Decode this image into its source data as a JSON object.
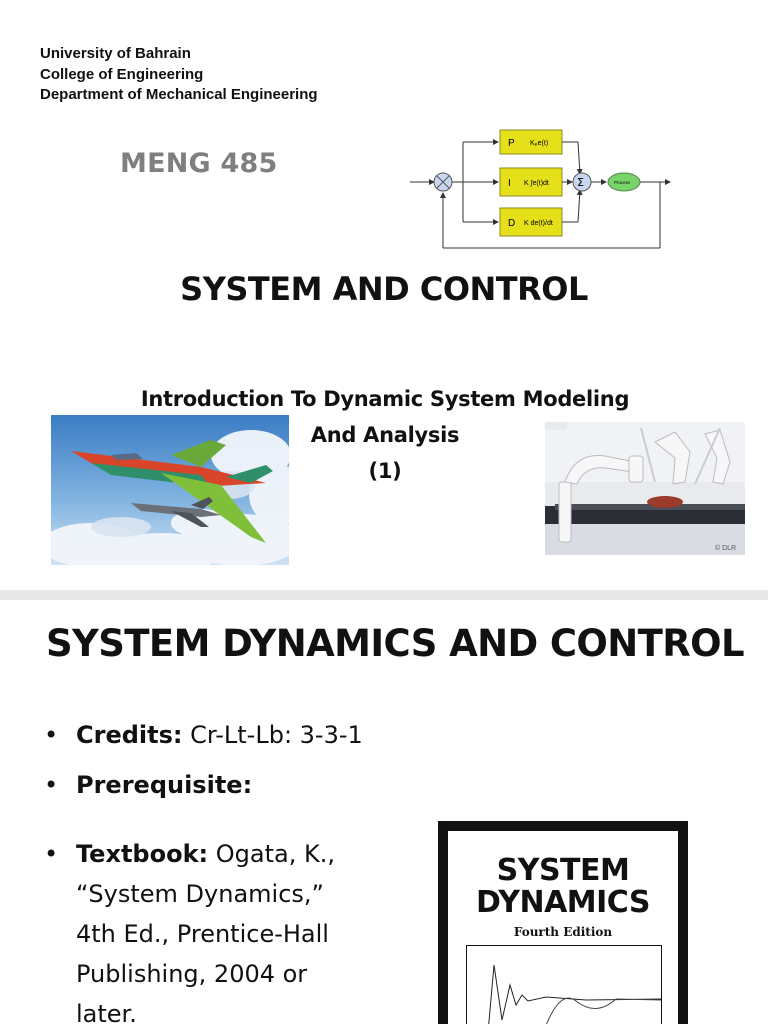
{
  "slide1": {
    "institution": [
      "University of Bahrain",
      "College of Engineering",
      "Department of Mechanical Engineering"
    ],
    "course_code": "MENG 485",
    "title": "SYSTEM AND CONTROL",
    "subtitle_lines": [
      "Introduction To Dynamic System Modeling",
      "And Analysis",
      "(1)"
    ],
    "pid": {
      "p_label": "P",
      "i_label": "I",
      "d_label": "D",
      "sum_symbol": "Σ",
      "p_term": "Kₚe(t)",
      "process": "Process"
    },
    "robot_credit": "© DLR"
  },
  "slide2": {
    "title": "SYSTEM DYNAMICS AND CONTROL",
    "credits_label": "Credits:",
    "credits_value": "Cr-Lt-Lb: 3-3-1",
    "prereq_label": "Prerequisite:",
    "textbook_label": "Textbook:",
    "textbook_lines": [
      " Ogata, K.,",
      "“System Dynamics,”",
      "4th Ed., Prentice-Hall",
      "Publishing, 2004 or",
      "later."
    ],
    "book_cover": {
      "line1": "SYSTEM",
      "line2": "DYNAMICS",
      "edition": "Fourth Edition"
    }
  },
  "colors": {
    "block_yellow": "#e6e01a",
    "process_green": "#7ad36a",
    "course_gray": "#7f7f7f"
  }
}
